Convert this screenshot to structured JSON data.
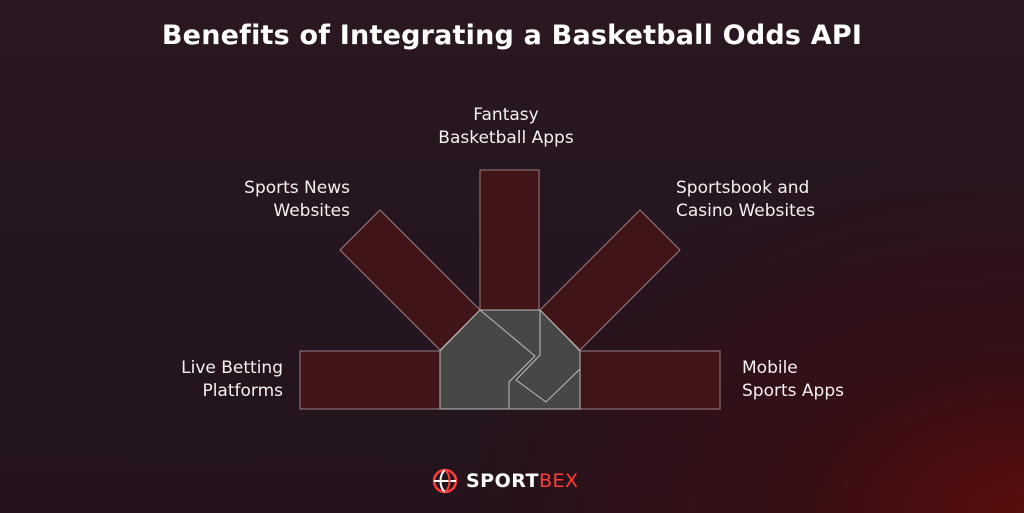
{
  "title": "Benefits of Integrating a Basketball Odds API",
  "labels": {
    "fantasy": [
      "Fantasy",
      "Basketball Apps"
    ],
    "sports_news": [
      "Sports News",
      "Websites"
    ],
    "sportsbook": [
      "Sportsbook and",
      "Casino Websites"
    ],
    "live_betting": [
      "Live Betting",
      "Platforms"
    ],
    "mobile": [
      "Mobile",
      "Sports Apps"
    ]
  },
  "logo": {
    "text_part1": "SPORT",
    "text_part2": "BEX",
    "icon": "basketball-logo-icon"
  },
  "colors": {
    "bar_fill": "#411518",
    "core_fill": "#474747",
    "accent": "#ff3b3b"
  }
}
